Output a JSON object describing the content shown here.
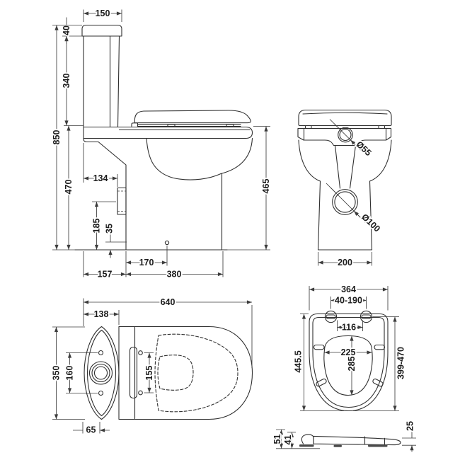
{
  "colors": {
    "background": "#ffffff",
    "outline": "#2f2f2f",
    "dimension_line": "#3c3c3c",
    "label_text": "#1c1c1c"
  },
  "side_view": {
    "cistern_width": "150",
    "cistern_lid_height": "40",
    "cistern_body_height": "340",
    "overall_height": "850",
    "rim_height": "470",
    "flush_pipe_setback": "134",
    "flush_pipe_height": "185",
    "outlet_height": "35",
    "outlet_setback": "170",
    "rear_depth": "157",
    "bowl_depth": "380",
    "pan_height": "465"
  },
  "front_view": {
    "inlet_diameter": "Ø55",
    "outlet_diameter": "Ø100",
    "base_width": "200"
  },
  "top_view": {
    "overall_depth": "640",
    "cistern_depth": "138",
    "overall_width": "350",
    "cistern_hole_spacing": "160",
    "seat_fixing_spacing": "155",
    "rear_offset": "65"
  },
  "seat_plan_view": {
    "seat_width": "364",
    "hinge_adjustment_range": "40-190",
    "hinge_centres": "116",
    "aperture_width": "225",
    "aperture_length": "285",
    "seat_length": "445.5",
    "adjustable_length": "399-470"
  },
  "seat_profile_view": {
    "overall_height": "51",
    "seat_height": "41",
    "front_edge_thickness": "25"
  }
}
